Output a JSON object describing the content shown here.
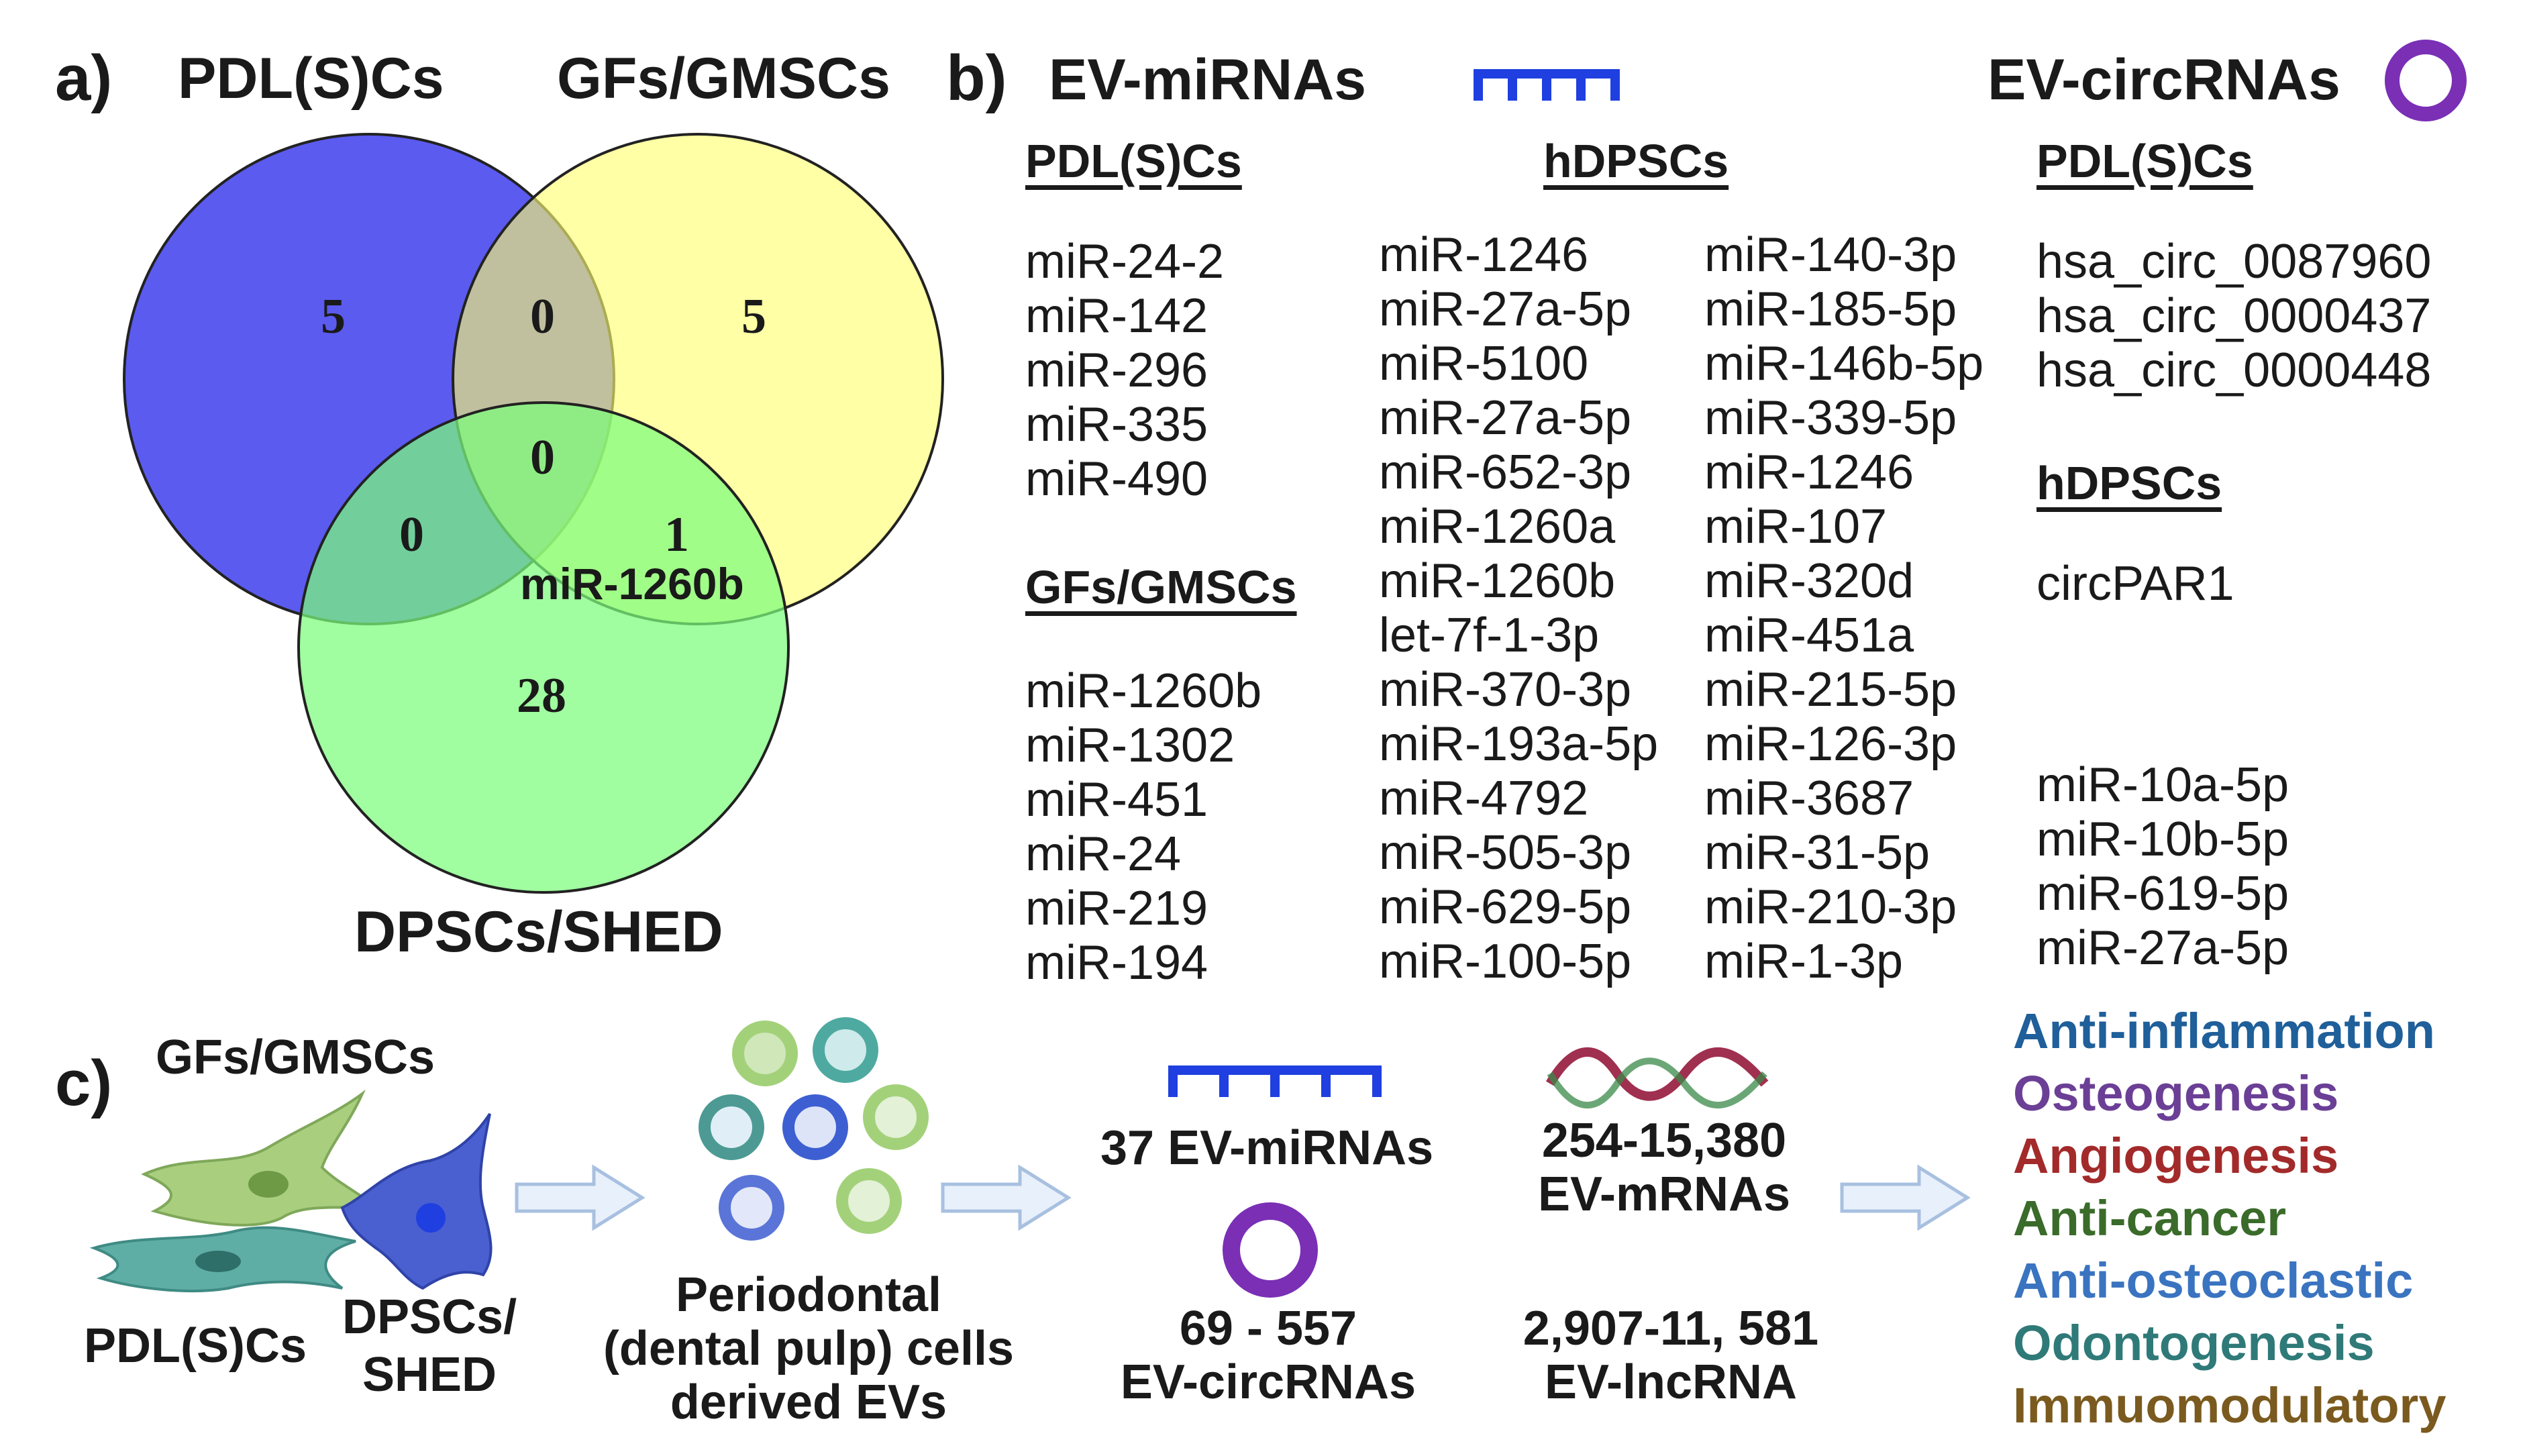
{
  "panel_a": {
    "letter": "a)",
    "titles": {
      "pdl": "PDL(S)Cs",
      "gf": "GFs/GMSCs",
      "dp": "DPSCs/SHED"
    },
    "counts": {
      "pdl_only": "5",
      "pdl_gf": "0",
      "gf_only": "5",
      "all_three": "0",
      "pdl_dp": "0",
      "gf_dp": "1",
      "dp_only": "28"
    },
    "shared_label": "miR-1260b",
    "colors": {
      "pdl": "#5b5bf0",
      "gf": "#ffff6e",
      "dp": "#7cfc7c"
    }
  },
  "panel_b": {
    "letter": "b)",
    "mirna_title": "EV-miRNAs",
    "circrna_title": "EV-circRNAs",
    "pdl_head": "PDL(S)Cs",
    "pdl_mirs": [
      "miR-24-2",
      "miR-142",
      "miR-296",
      "miR-335",
      "miR-490"
    ],
    "gf_head": "GFs/GMSCs",
    "gf_mirs": [
      "miR-1260b",
      "miR-1302",
      "miR-451",
      "miR-24",
      "miR-219",
      "miR-194"
    ],
    "hdpsc_head": "hDPSCs",
    "hdpsc_col1": [
      "miR-1246",
      "miR-27a-5p",
      "miR-5100",
      "miR-27a-5p",
      "miR-652-3p",
      "miR-1260a",
      "miR-1260b",
      "let-7f-1-3p",
      "miR-370-3p",
      "miR-193a-5p",
      "miR-4792",
      "miR-505-3p",
      "miR-629-5p",
      "miR-100-5p"
    ],
    "hdpsc_col2": [
      "miR-140-3p",
      "miR-185-5p",
      "miR-146b-5p",
      "miR-339-5p",
      "miR-1246",
      "miR-107",
      "miR-320d",
      "miR-451a",
      "miR-215-5p",
      "miR-126-3p",
      "miR-3687",
      "miR-31-5p",
      "miR-210-3p",
      "miR-1-3p"
    ],
    "circ_pdl_head": "PDL(S)Cs",
    "circ_pdl": [
      "hsa_circ_0087960",
      "hsa_circ_0000437",
      "hsa_circ_0000448"
    ],
    "circ_hdpsc_head": "hDPSCs",
    "circ_hdpsc": [
      "circPAR1"
    ],
    "extra_mirs": [
      "miR-10a-5p",
      "miR-10b-5p",
      "miR-619-5p",
      "miR-27a-5p"
    ],
    "colors": {
      "mirna_icon": "#1f3fe0",
      "circ_icon": "#7a2fb5"
    }
  },
  "panel_c": {
    "letter": "c)",
    "gf_label": "GFs/GMSCs",
    "pdl_label": "PDL(S)Cs",
    "dp_label_1": "DPSCs/",
    "dp_label_2": "SHED",
    "ev_label_1": "Periodontal",
    "ev_label_2": "(dental pulp) cells",
    "ev_label_3": "derived EVs",
    "mirna_count": "37 EV-miRNAs",
    "mrna_1": "254-15,380",
    "mrna_2": "EV-mRNAs",
    "circ_1": "69 - 557",
    "circ_2": "EV-circRNAs",
    "lnc_1": "2,907-11, 581",
    "lnc_2": "EV-lncRNA",
    "effects": [
      {
        "label": "Anti-inflammation",
        "color": "#1f5f9a"
      },
      {
        "label": "Osteogenesis",
        "color": "#6b3f96"
      },
      {
        "label": "Angiogenesis",
        "color": "#a32a2a"
      },
      {
        "label": "Anti-cancer",
        "color": "#3a6b2a"
      },
      {
        "label": "Anti-osteoclastic",
        "color": "#3a74c0"
      },
      {
        "label": "Odontogenesis",
        "color": "#2f7a78"
      },
      {
        "label": "Immuomodulatory",
        "color": "#7a5a1e"
      }
    ]
  }
}
